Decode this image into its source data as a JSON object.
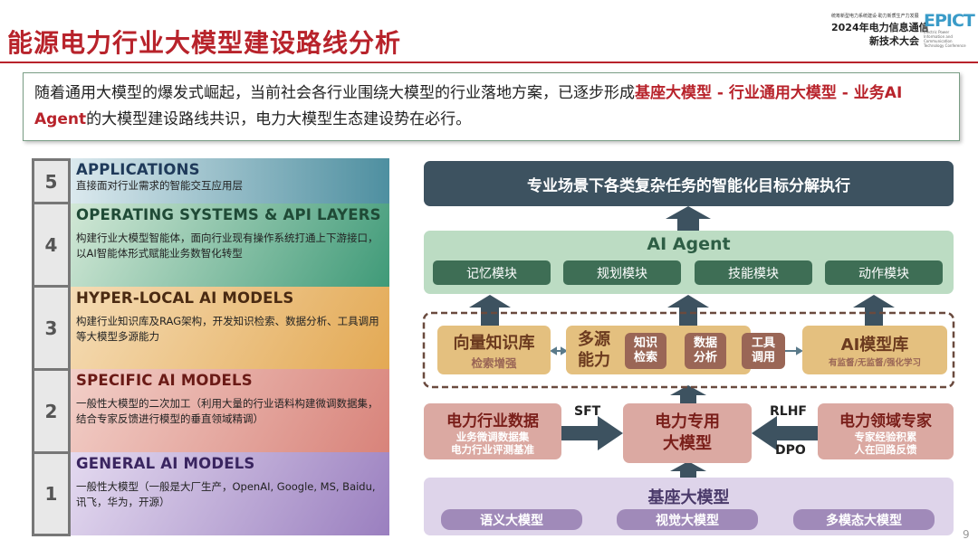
{
  "header": {
    "title": "能源电力行业大模型建设路线分析",
    "logo": {
      "tagline": "统筹新型电力系统建设·助力新质生产力发展",
      "line1": "2024年电力信息通信",
      "line2": "新技术大会",
      "mark": "EPICT",
      "small": "Electric Power Information and Communication Technology Conference"
    }
  },
  "intro": {
    "p1": "随着通用大模型的爆发式崛起，当前社会各行业围绕大模型的行业落地方案，已逐步形成",
    "hl": "基座大模型 - 行业通用大模型 - 业务AI Agent",
    "p2": "的大模型建设路线共识，电力大模型生态建设势在必行。"
  },
  "layers": [
    {
      "num": "5",
      "title": "APPLICATIONS",
      "desc": "直接面对行业需求的智能交互应用层"
    },
    {
      "num": "4",
      "title": "OPERATING SYSTEMS & API LAYERS",
      "desc": "构建行业大模型智能体，面向行业现有操作系统打通上下游接口，以AI智能体形式赋能业务数智化转型"
    },
    {
      "num": "3",
      "title": "HYPER-LOCAL AI MODELS",
      "desc": "构建行业知识库及RAG架构，开发知识检索、数据分析、工具调用等大模型多源能力"
    },
    {
      "num": "2",
      "title": "SPECIFIC AI MODELS",
      "desc": "一般性大模型的二次加工（利用大量的行业语料构建微调数据集，结合专家反馈进行模型的垂直领域精调）"
    },
    {
      "num": "1",
      "title": "GENERAL AI MODELS",
      "desc": "一般性大模型（一般是大厂生产，OpenAI, Google, MS, Baidu, 讯飞，华为，开源）"
    }
  ],
  "diagram": {
    "goal": "专业场景下各类复杂任务的智能化目标分解执行",
    "agent": {
      "title": "AI Agent",
      "modules": [
        "记忆模块",
        "规划模块",
        "技能模块",
        "动作模块"
      ]
    },
    "vector": {
      "title": "向量知识库",
      "sub": "检索增强"
    },
    "multi": {
      "title1": "多源",
      "title2": "能力",
      "caps": [
        [
          "知识",
          "检索"
        ],
        [
          "数据",
          "分析"
        ],
        [
          "工具",
          "调用"
        ]
      ]
    },
    "modellib": {
      "title": "AI模型库",
      "sub": "有监督/无监督/强化学习"
    },
    "data": {
      "title": "电力行业数据",
      "sub1": "业务微调数据集",
      "sub2": "电力行业评测基准"
    },
    "special": {
      "l1": "电力专用",
      "l2": "大模型"
    },
    "expert": {
      "title": "电力领域专家",
      "sub1": "专家经验积累",
      "sub2": "人在回路反馈"
    },
    "sft": "SFT",
    "rlhf": "RLHF",
    "dpo": "DPO",
    "base": {
      "title": "基座大模型",
      "pills": [
        "语义大模型",
        "视觉大模型",
        "多模态大模型"
      ]
    }
  },
  "page_number": "9"
}
